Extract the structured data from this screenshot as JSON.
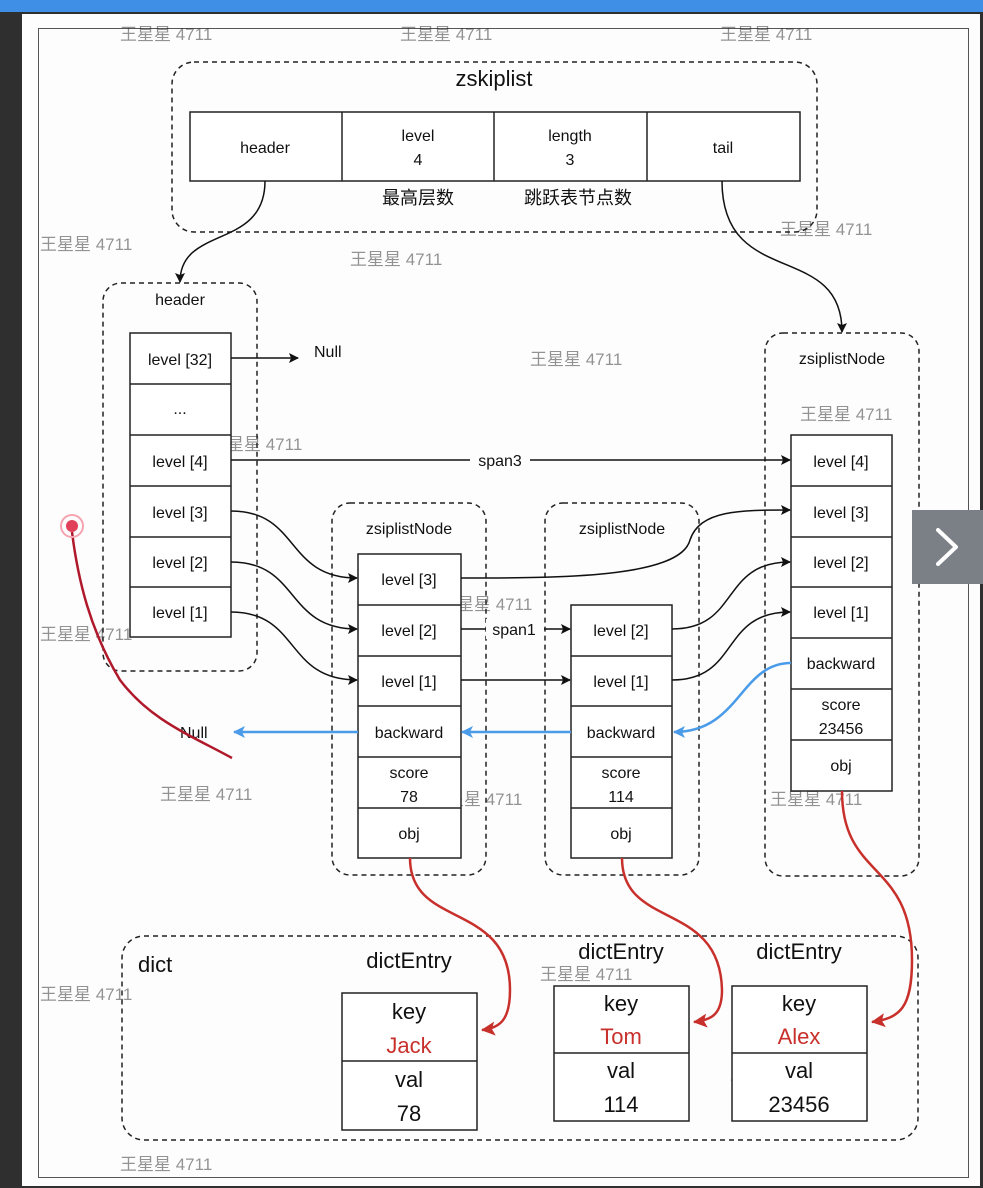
{
  "zskiplist": {
    "title": "zskiplist",
    "cells": [
      {
        "top": "header",
        "bottom": ""
      },
      {
        "top": "level",
        "bottom": "4"
      },
      {
        "top": "length",
        "bottom": "3"
      },
      {
        "top": "tail",
        "bottom": ""
      }
    ],
    "level_note": "最高层数",
    "length_note": "跳跃表节点数"
  },
  "header_node": {
    "title": "header",
    "levels": [
      "level [32]",
      "...",
      "level [4]",
      "level [3]",
      "level [2]",
      "level [1]"
    ],
    "null_label": "Null"
  },
  "node1": {
    "title": "zsiplistNode",
    "levels": [
      "level [3]",
      "level [2]",
      "level [1]"
    ],
    "backward": "backward",
    "score_label": "score",
    "score": "78",
    "obj": "obj"
  },
  "node2": {
    "title": "zsiplistNode",
    "levels": [
      "level [2]",
      "level [1]"
    ],
    "backward": "backward",
    "score_label": "score",
    "score": "114",
    "obj": "obj"
  },
  "node3": {
    "title": "zsiplistNode",
    "levels": [
      "level [4]",
      "level [3]",
      "level [2]",
      "level [1]"
    ],
    "backward": "backward",
    "score_label": "score",
    "score": "23456",
    "obj": "obj"
  },
  "span_labels": {
    "span3": "span3",
    "span1": "span1"
  },
  "backward_null": "Null",
  "dict": {
    "title": "dict",
    "entries": [
      {
        "title": "dictEntry",
        "key_label": "key",
        "key": "Jack",
        "val_label": "val",
        "val": "78"
      },
      {
        "title": "dictEntry",
        "key_label": "key",
        "key": "Tom",
        "val_label": "val",
        "val": "114"
      },
      {
        "title": "dictEntry",
        "key_label": "key",
        "key": "Alex",
        "val_label": "val",
        "val": "23456"
      }
    ]
  },
  "watermark": "王星星 4711",
  "colors": {
    "blue_arrow": "#4a9be8",
    "red_arrow": "#c8302c",
    "key_text": "#c8302c",
    "annotation": "#b0192b"
  },
  "icons": {
    "next": "chevron-right-icon"
  }
}
